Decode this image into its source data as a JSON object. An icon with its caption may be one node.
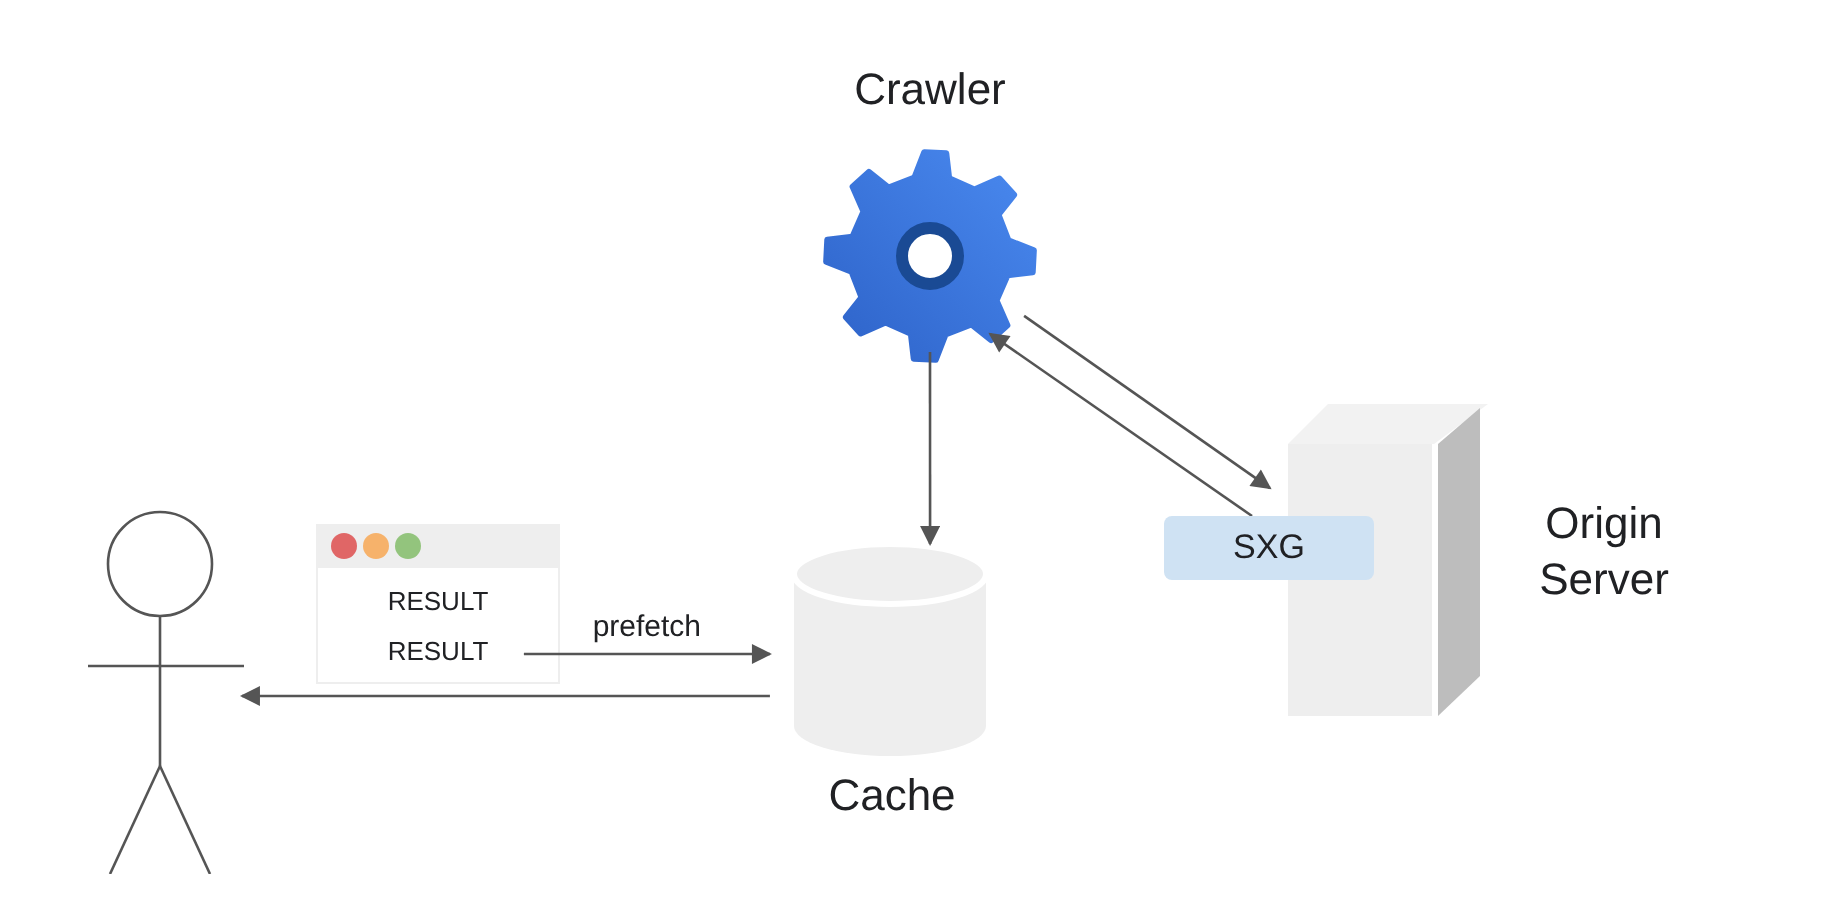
{
  "diagram": {
    "nodes": [
      {
        "text": [],
        "shape": "person"
      },
      {
        "text": [
          "RESULT",
          "RESULT"
        ]
      },
      {
        "text": [
          "Crawler"
        ]
      },
      {
        "text": [
          "Cache"
        ]
      },
      {
        "text": [
          "Origin Server"
        ]
      },
      {
        "text": [
          "SXG"
        ]
      }
    ],
    "edges": [
      {
        "from": 2,
        "to": 3,
        "arrow": "to"
      },
      {
        "from": 2,
        "to": 4,
        "arrow": "to"
      },
      {
        "from": 5,
        "to": 2,
        "arrow": "to"
      },
      {
        "from": 1,
        "to": 3,
        "label": "prefetch",
        "arrow": "to"
      },
      {
        "from": 3,
        "to": 0,
        "arrow": "to"
      }
    ]
  }
}
